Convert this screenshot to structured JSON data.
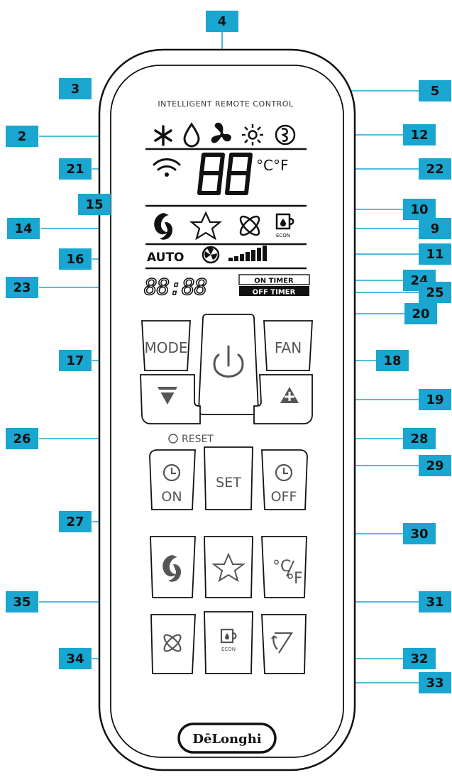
{
  "header": {
    "label": "INTELLIGENT REMOTE CONTROL"
  },
  "lcd": {
    "digits": "88",
    "units": "°C°F",
    "fan_auto": "AUTO",
    "clock": "88:88",
    "on_timer": "ON TIMER",
    "off_timer": "OFF TIMER",
    "econ": "ECON"
  },
  "buttons": {
    "mode": "MODE",
    "fan": "FAN",
    "reset": "RESET",
    "set": "SET",
    "timer_on": "ON",
    "timer_off": "OFF",
    "temp_unit_c": "°C",
    "temp_unit_f": "F",
    "econ": "ECON"
  },
  "brand": {
    "name": "DēLonghi"
  },
  "callouts": [
    "2",
    "3",
    "4",
    "5",
    "12",
    "21",
    "22",
    "15",
    "10",
    "14",
    "9",
    "16",
    "11",
    "23",
    "24",
    "25",
    "20",
    "17",
    "18",
    "19",
    "26",
    "28",
    "29",
    "27",
    "30",
    "35",
    "31",
    "34",
    "32",
    "33"
  ],
  "colors": {
    "callout": "#19a6d1",
    "line": "#19a6d1",
    "outline": "#111111"
  }
}
